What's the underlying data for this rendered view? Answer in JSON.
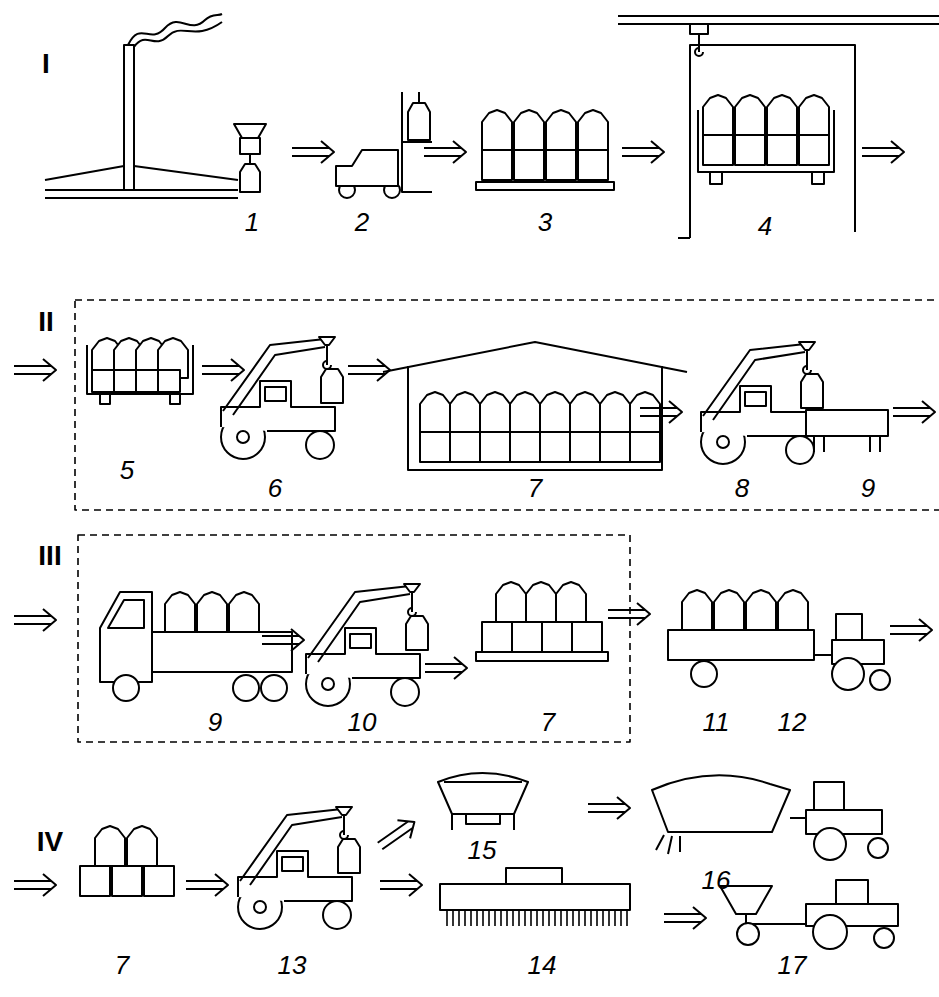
{
  "diagram": {
    "labels": [
      "I",
      "1",
      "2",
      "3",
      "4",
      "II",
      "5",
      "6",
      "7",
      "8",
      "9",
      "III",
      "9",
      "10",
      "7",
      "11",
      "12",
      "IV",
      "7",
      "13",
      "15",
      "16",
      "14",
      "17"
    ]
  }
}
